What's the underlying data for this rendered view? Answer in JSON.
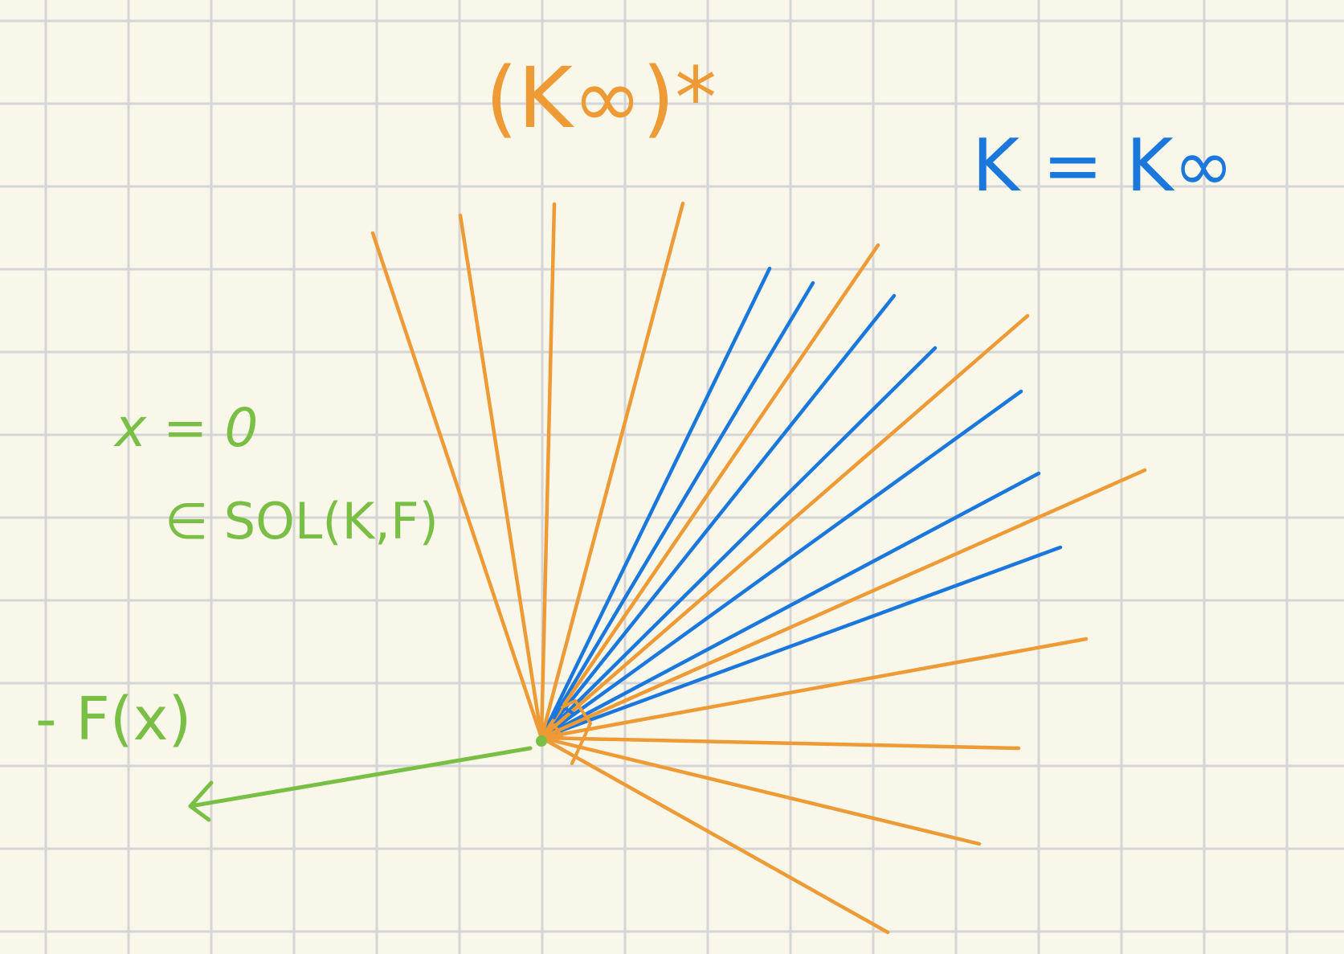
{
  "colors": {
    "background": "#f9f6ea",
    "grid": "#d5d5d5",
    "orange": "#ee9a35",
    "blue": "#1a78dd",
    "green": "#7abf45"
  },
  "labels": {
    "polar_cone": "(K∞)*",
    "cone_equality": "K = K∞",
    "solution_line1": "x = 0",
    "solution_line2": "∈ SOL(K,F)",
    "negative_f": "- F(x)"
  }
}
